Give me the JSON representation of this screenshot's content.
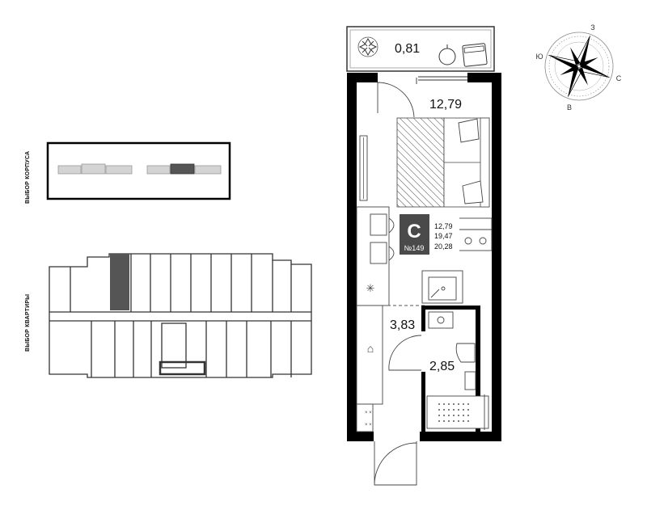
{
  "labels": {
    "building_select": "ВЫБОР КОРПУСА",
    "apartment_select": "ВЫБОР КВАРТИРЫ"
  },
  "apartment": {
    "type_letter": "С",
    "number": "№149",
    "areas": [
      "12,79",
      "19,47",
      "20,28"
    ]
  },
  "rooms": {
    "balcony": "0,81",
    "living": "12,79",
    "hall": "3,83",
    "bathroom": "2,85"
  },
  "compass": {
    "north": "З",
    "west": "Ю",
    "east": "С",
    "south": "В"
  },
  "colors": {
    "wall": "#000000",
    "selected": "#555555",
    "badge": "#4a4a4a",
    "building_fill": "#cfcfcf"
  }
}
